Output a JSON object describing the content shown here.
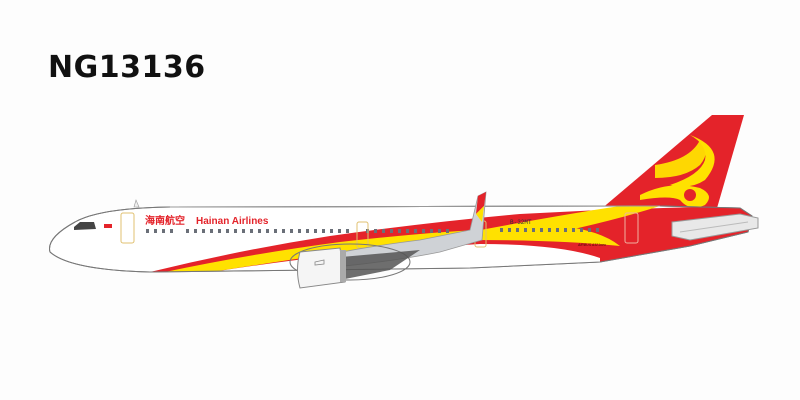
{
  "product": {
    "code": "NG13136"
  },
  "aircraft": {
    "airline_name_cn": "海南航空",
    "airline_name_en": "Hainan Airlines",
    "registration": "B-32MT",
    "type_label": "AIRBUS A321neo",
    "colors": {
      "fuselage": "#ffffff",
      "red": "#e4232a",
      "yellow": "#ffe100",
      "outline": "#666666",
      "window": "#6a6f78",
      "wing": "#cfd2d6",
      "engine_dark": "#3a3a3a",
      "door_outline": "#e0c070"
    }
  }
}
